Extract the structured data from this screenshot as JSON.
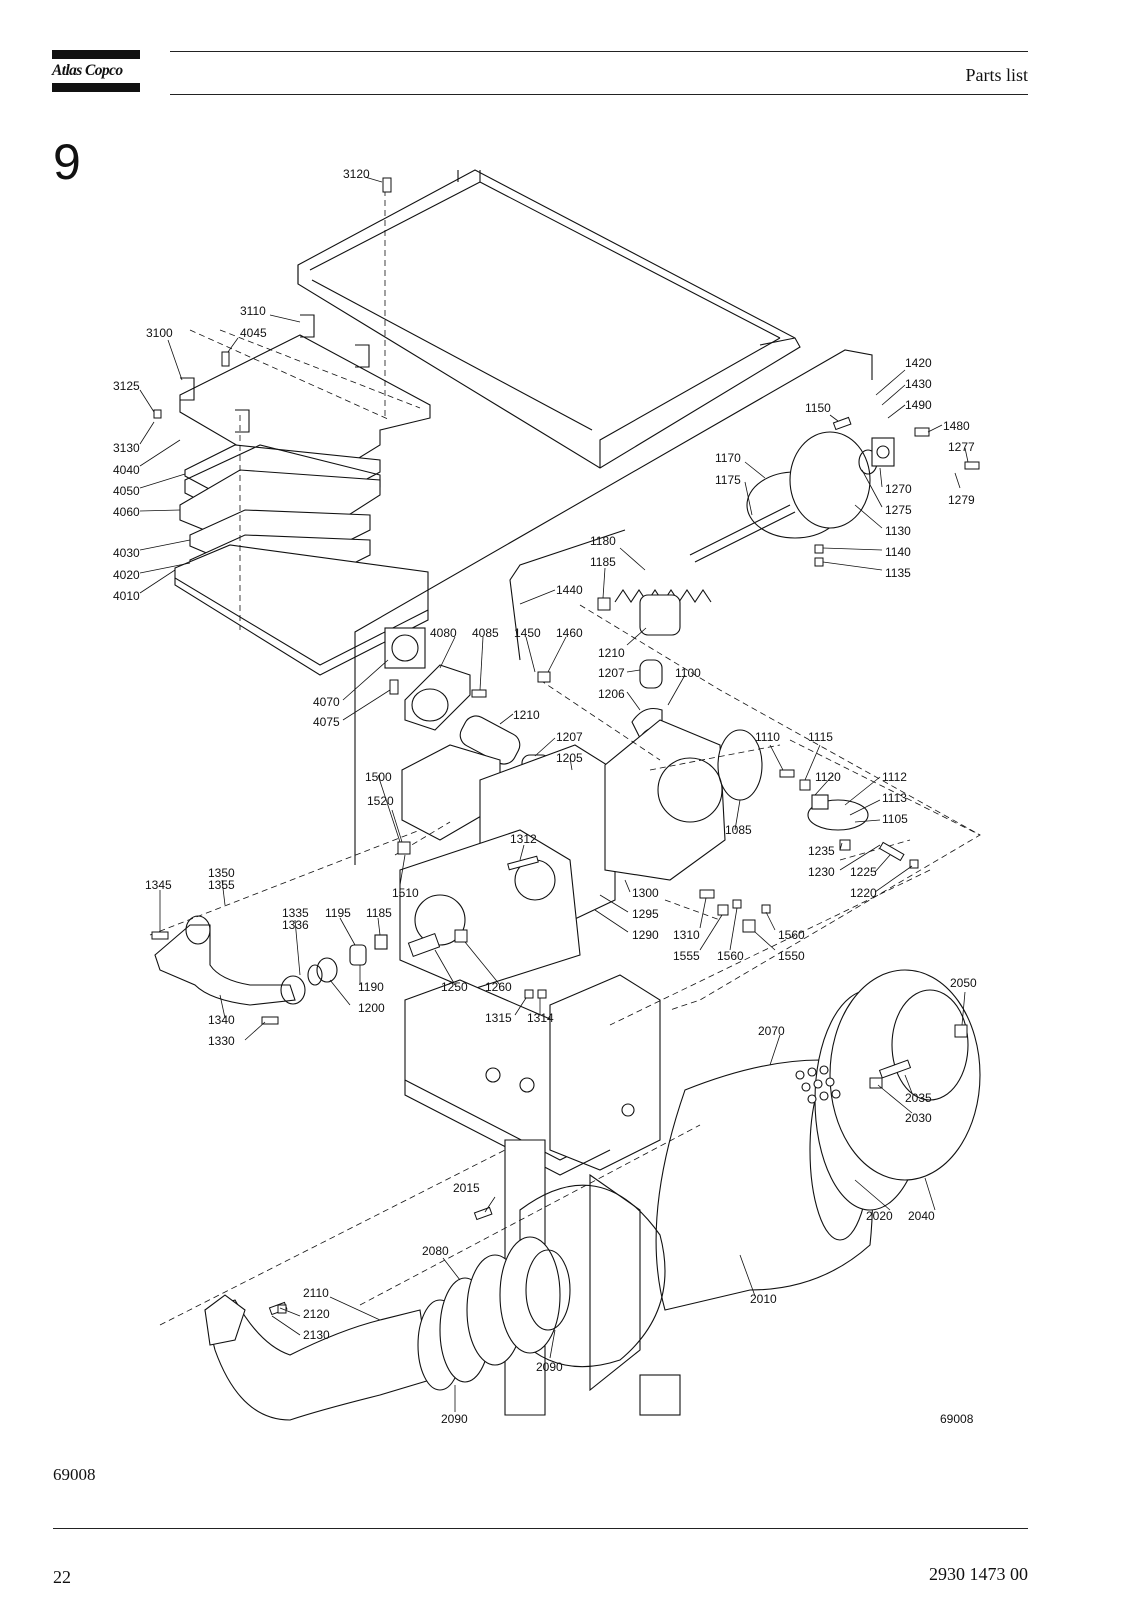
{
  "header": {
    "brand": "Atlas Copco",
    "title": "Parts list"
  },
  "section_number": "9",
  "figure_id": "69008",
  "footer": {
    "page_number": "22",
    "doc_number": "2930 1473 00"
  },
  "diagram": {
    "figure_id_inside": "69008",
    "labels": [
      "3120",
      "3110",
      "3100",
      "4045",
      "3125",
      "3130",
      "4040",
      "4050",
      "4060",
      "4030",
      "4020",
      "4010",
      "1420",
      "1430",
      "1490",
      "1480",
      "1150",
      "1277",
      "1279",
      "1170",
      "1175",
      "1270",
      "1275",
      "1130",
      "1140",
      "1135",
      "1180",
      "1185",
      "1440",
      "4080",
      "4085",
      "1450",
      "1460",
      "1210",
      "1207",
      "1100",
      "1206",
      "4070",
      "4075",
      "1205",
      "1500",
      "1110",
      "1115",
      "1120",
      "1112",
      "1113",
      "1105",
      "1520",
      "1085",
      "1312",
      "1235",
      "1230",
      "1225",
      "1220",
      "1510",
      "1300",
      "1295",
      "1290",
      "1310",
      "1555",
      "1560",
      "1550",
      "1345",
      "1350",
      "1355",
      "1335",
      "1336",
      "1195",
      "1190",
      "1200",
      "1250",
      "1260",
      "1315",
      "1314",
      "1340",
      "1330",
      "2050",
      "2070",
      "2035",
      "2030",
      "2015",
      "2020",
      "2040",
      "2080",
      "2110",
      "2120",
      "2130",
      "2010",
      "2090"
    ]
  }
}
